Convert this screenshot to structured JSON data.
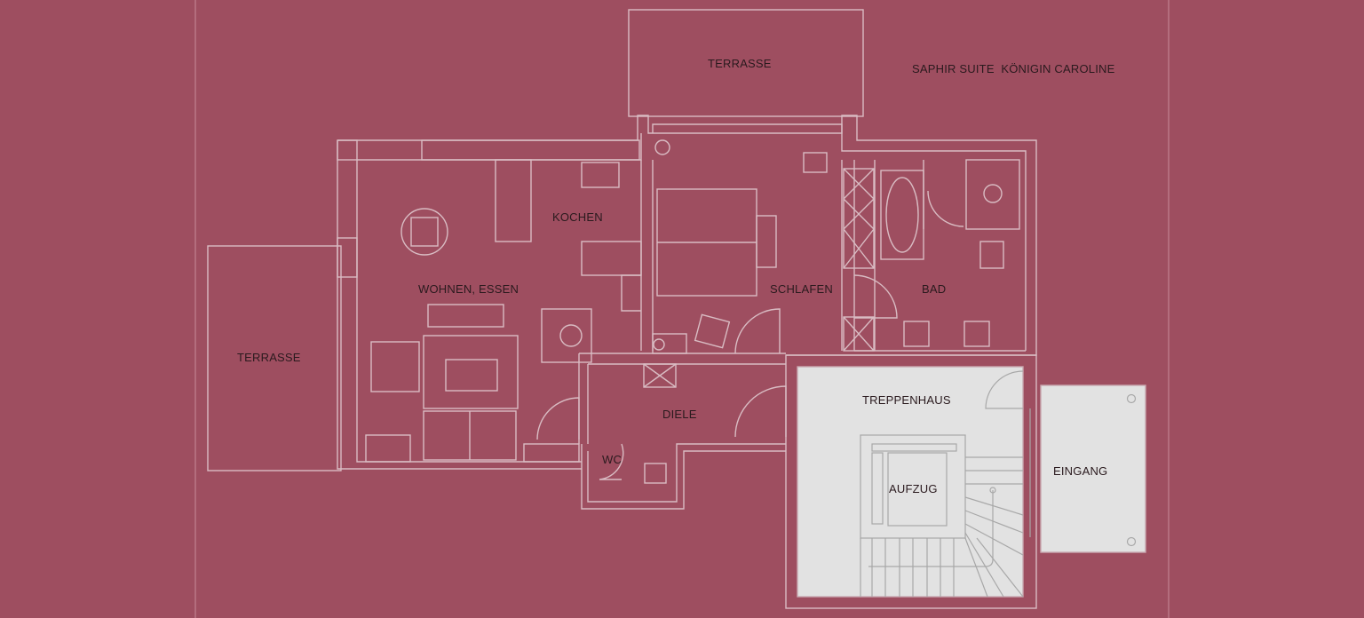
{
  "title": "SAPHIR SUITE  KÖNIGIN CAROLINE",
  "rooms": {
    "terrace_top": "TERRASSE",
    "terrace_left": "TERRASSE",
    "kitchen": "KOCHEN",
    "living_dining": "WOHNEN, ESSEN",
    "bedroom": "SCHLAFEN",
    "bath": "BAD",
    "hall": "DIELE",
    "wc": "WC",
    "stairwell": "TREPPENHAUS",
    "elevator": "AUFZUG",
    "entrance": "EINGANG"
  },
  "colors": {
    "background": "#9e4e60",
    "walls": "#d9bcc3",
    "stairwell_fill": "#e2e2e2",
    "text": "#2a1a1e"
  }
}
